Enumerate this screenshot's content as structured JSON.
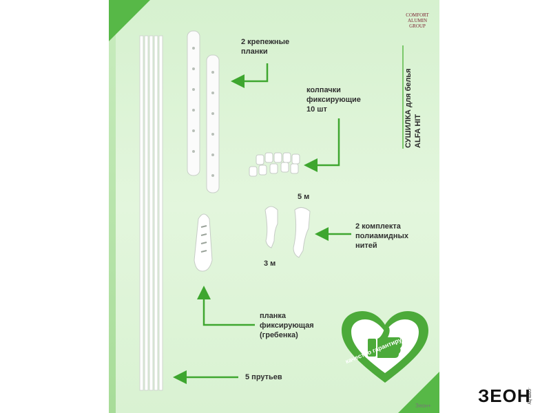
{
  "labels": {
    "brackets": "2 крепежные\nпланки",
    "caps": "колпачки\nфиксирующие\n10 шт",
    "length_5": "5 м",
    "threads": "2 комплекта\nполиамидных\nнитей",
    "length_3": "3 м",
    "comb": "планка\nфиксирующая\n(гребенка)",
    "rods": "5 прутьев"
  },
  "product_title": "СУШИЛКА для белья\nALFA HIT",
  "logo_text": "COMFORT\nALUMIN\nGROUP",
  "badge": {
    "text": "качество гарантируем!",
    "color": "#4caa3a"
  },
  "brand": {
    "name": "ЗЕОН",
    "suffix": ".com.by"
  },
  "watermark": "Зеон+",
  "colors": {
    "accent": "#57b847",
    "arrow": "#3ea62f"
  }
}
